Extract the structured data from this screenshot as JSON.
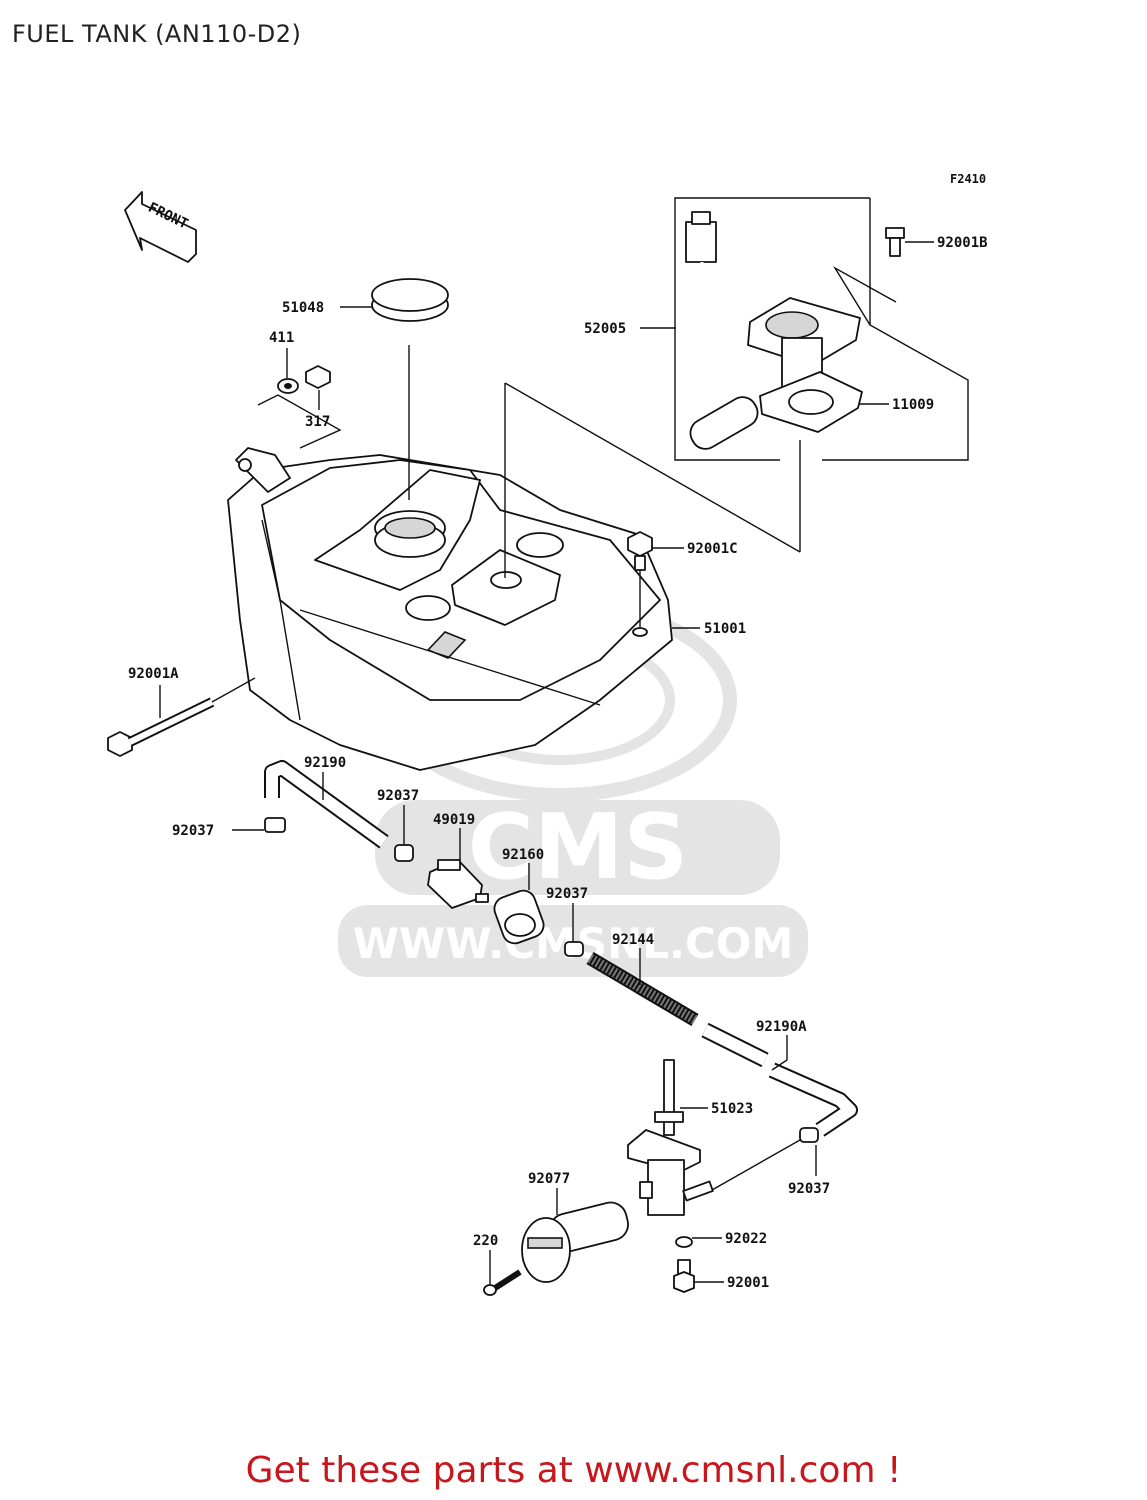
{
  "title": "FUEL TANK (AN110-D2)",
  "diagram_code": "F2410",
  "front_label": "FRONT",
  "watermark": {
    "brand": "CMS",
    "url": "WWW.CMSNL.COM"
  },
  "parts": {
    "p51048": "51048",
    "p411": "411",
    "p317": "317",
    "p52005": "52005",
    "p92001B": "92001B",
    "p11009": "11009",
    "p92001C": "92001C",
    "p51001": "51001",
    "p92001A": "92001A",
    "p92190": "92190",
    "p92037_a": "92037",
    "p92037_b": "92037",
    "p49019": "49019",
    "p92160": "92160",
    "p92037_c": "92037",
    "p92144": "92144",
    "p92190A": "92190A",
    "p51023": "51023",
    "p92077": "92077",
    "p92037_d": "92037",
    "p220": "220",
    "p92022": "92022",
    "p92001": "92001"
  },
  "footer": "Get these parts at www.cmsnl.com !",
  "colors": {
    "footer_text": "#c8161d",
    "watermark": "#e4e4e4"
  }
}
